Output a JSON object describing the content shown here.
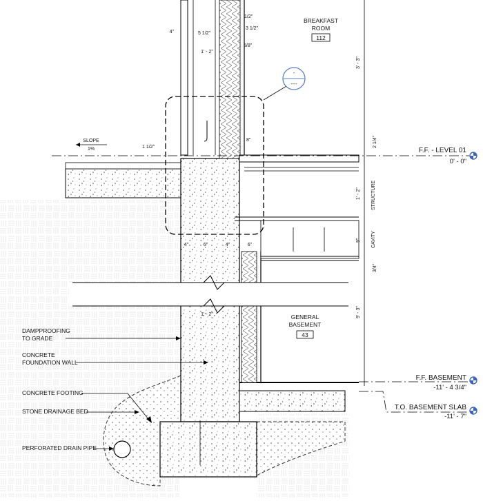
{
  "rooms": {
    "breakfast": {
      "name_line1": "BREAKFAST",
      "name_line2": "ROOM",
      "number": "112"
    },
    "basement": {
      "name_line1": "GENERAL",
      "name_line2": "BASEMENT",
      "number": "43"
    }
  },
  "slope": {
    "label": "SLOPE",
    "value": "1%"
  },
  "section_marker": {
    "top": "-",
    "bottom": "----"
  },
  "wall_dims": {
    "a": "4\"",
    "b": "5 1/2\"",
    "c": "1/2\"",
    "d": "3 1/2\"",
    "e": "5/8\"",
    "f": "1' - 2\""
  },
  "detail_dims": {
    "eight": "8\"",
    "one_half": "1 1/2\""
  },
  "foundation_dims": {
    "a": "4\"",
    "b": "6\"",
    "c": "4\"",
    "d": "6\"",
    "e": "1' - 2\""
  },
  "vertical_dims": {
    "top": "3' - 3\"",
    "two_quarter": "2 1/4\"",
    "structure_val": "1' - 2\"",
    "structure": "STRUCTURE",
    "cavity_val": "9\"",
    "cavity": "CAVITY",
    "three_quarter": "3/4\"",
    "basement_height": "9' - 3\""
  },
  "levels": [
    {
      "name": "F.F. - LEVEL 01",
      "value": "0' - 0\""
    },
    {
      "name": "F.F. BASEMENT",
      "value": "-11' - 4 3/4\""
    },
    {
      "name": "T.O. BASEMENT SLAB",
      "value": "-11' - 7\""
    }
  ],
  "callouts": {
    "damp1": "DAMPPROOFING",
    "damp2": "TO GRADE",
    "wall1": "CONCRETE",
    "wall2": "FOUNDATION WALL",
    "footing": "CONCRETE FOOTING",
    "drainage": "STONE DRAINAGE BED",
    "pipe": "PERFORATED DRAIN PIPE"
  }
}
